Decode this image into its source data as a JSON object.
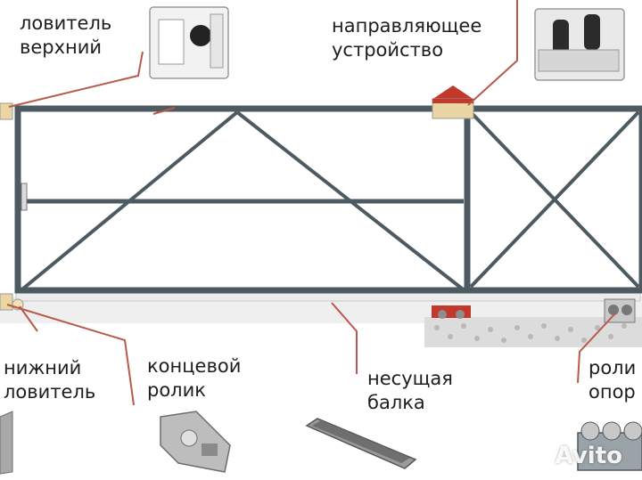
{
  "labels": {
    "upper_catcher": [
      "ловитель",
      "верхний"
    ],
    "guide_device": [
      "направляющее",
      "устройство"
    ],
    "lower_catcher": [
      "нижний",
      "ловитель"
    ],
    "end_roller": [
      "концевой",
      "ролик"
    ],
    "carrier_beam": [
      "несущая",
      "балка"
    ],
    "support_rollers": [
      "роли",
      "опор"
    ]
  },
  "watermark": "Avito",
  "colors": {
    "frame": "#4d5a62",
    "leader_line": "#b85a4a",
    "bracket_red": "#c0392b",
    "bracket_tan": "#e9d6a3",
    "ground": "#e7e7e7"
  }
}
